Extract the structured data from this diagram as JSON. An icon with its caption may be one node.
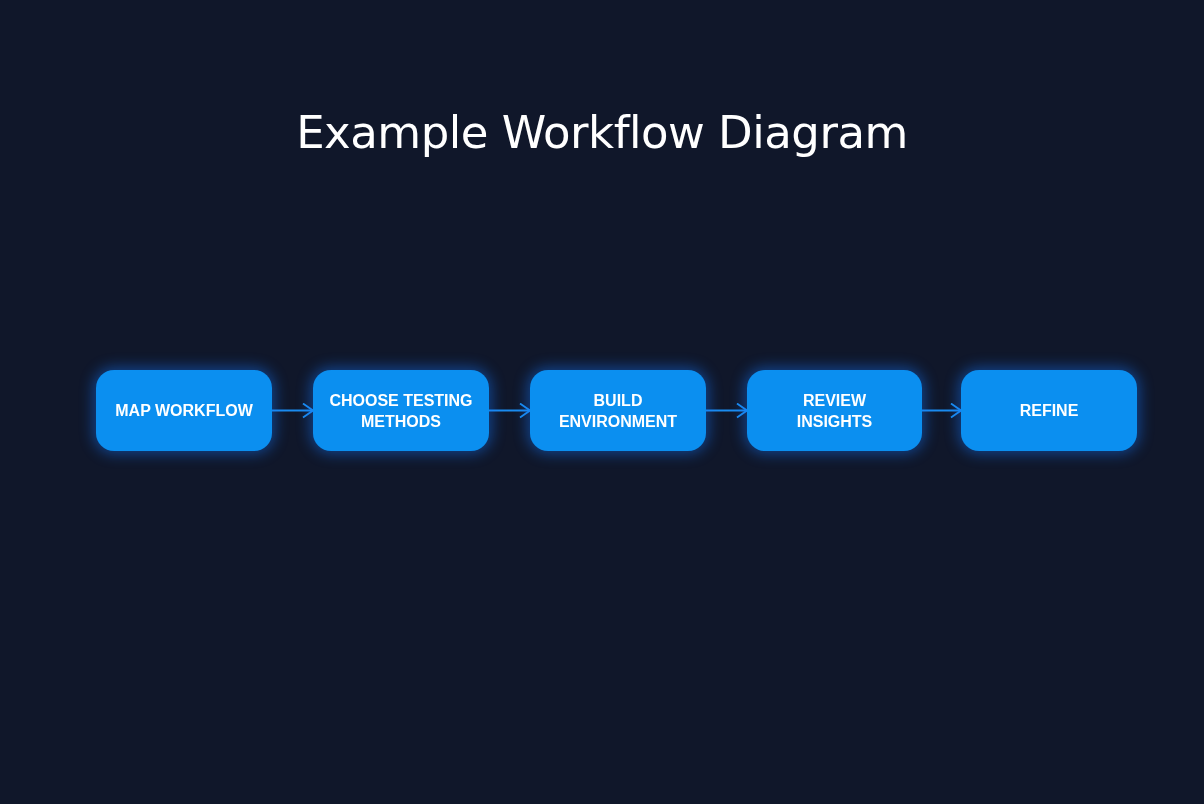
{
  "diagram": {
    "title": "Example Workflow Diagram",
    "nodes": [
      {
        "text": [
          "MAP WORKFLOW"
        ]
      },
      {
        "text": [
          "CHOOSE TESTING METHODS"
        ]
      },
      {
        "text": [
          "BUILD ENVIRONMENT"
        ]
      },
      {
        "text": [
          "REVIEW INSIGHTS"
        ]
      },
      {
        "text": [
          "REFINE"
        ]
      }
    ],
    "edges": [
      {
        "from": 0,
        "to": 1,
        "arrow": "to"
      },
      {
        "from": 1,
        "to": 2,
        "arrow": "to"
      },
      {
        "from": 2,
        "to": 3,
        "arrow": "to"
      },
      {
        "from": 3,
        "to": 4,
        "arrow": "to"
      }
    ]
  }
}
